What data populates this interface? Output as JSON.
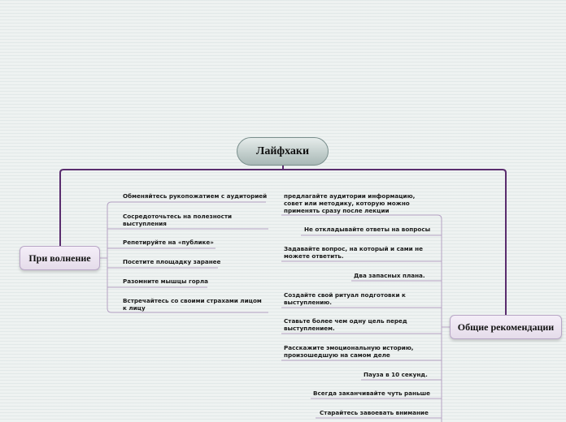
{
  "root": {
    "label": "Лайфхаки"
  },
  "left_branch": {
    "label": "При волнение",
    "items": [
      "Обменяйтесь рукопожатием с аудиторией",
      "Сосредоточьтесь на полезности выступления",
      "Репетируйте на «публике»",
      "Посетите площадку заранее",
      "Разомните мышцы горла",
      "Встречайтесь со своими страхами лицом к лицу"
    ]
  },
  "right_branch": {
    "label": "Общие рекомендации",
    "items": [
      "предлагайте аудитории информацию, совет или методику, которую можно применять сразу после лекции",
      "Не откладывайте ответы на вопросы",
      "Задавайте вопрос, на который и сами не можете ответить.",
      "Два запасных плана.",
      "Создайте свой ритуал подготовки к выступлению.",
      "Ставьте более чем одну цель перед выступлением.",
      "Расскажите эмоциональную историю, произошедшую на самом деле",
      "Пауза в 10 секунд.",
      "Всегда заканчивайте чуть раньше",
      "Старайтесь завоевать внимание"
    ]
  },
  "colors": {
    "main_connector": "#5a2d6e",
    "sub_connector": "#b6a2c4"
  }
}
